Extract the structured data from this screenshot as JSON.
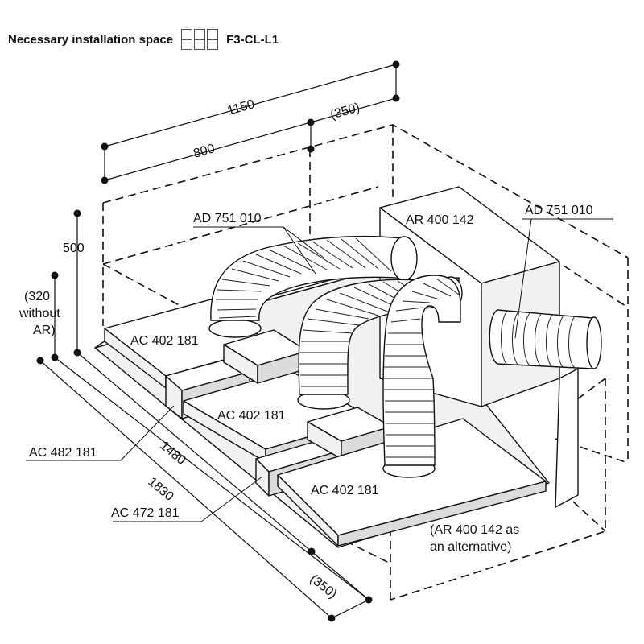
{
  "header": {
    "title": "Necessary installation space",
    "model": "F3-CL-L1"
  },
  "dimensions": {
    "d1150": "1150",
    "d800": "800",
    "d350_top": "(350)",
    "d500": "500",
    "d320_line1": "(320",
    "d320_line2": "without",
    "d320_line3": "AR)",
    "d1480": "1480",
    "d1830": "1830",
    "d350_bottom": "(350)"
  },
  "labels": {
    "ad_left": "AD 751 010",
    "ad_right": "AD 751 010",
    "ar_top": "AR 400 142",
    "ac402_1": "AC 402 181",
    "ac402_2": "AC 402 181",
    "ac402_3": "AC 402 181",
    "ac482": "AC 482 181",
    "ac472": "AC 472 181",
    "ar_alt_line1": "(AR 400 142 as",
    "ar_alt_line2": "an alternative)"
  }
}
